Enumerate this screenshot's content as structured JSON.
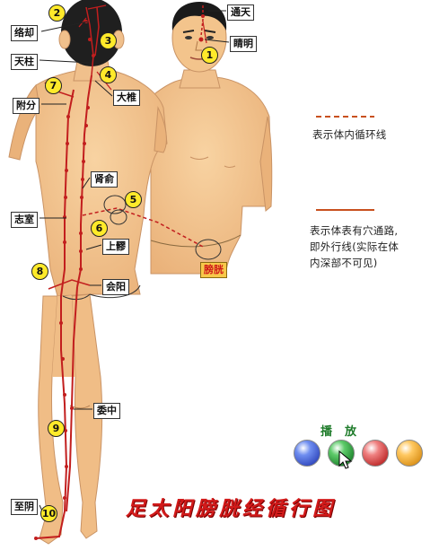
{
  "labels": {
    "tongtian": "通天",
    "jingming": "睛明",
    "luoque": "络却",
    "tianzhu": "天柱",
    "dazhui": "大椎",
    "fufen": "附分",
    "shenshu": "肾俞",
    "zhishi": "志室",
    "shangliao": "上髎",
    "huiyang": "会阳",
    "pangguang": "膀胱",
    "weizhong": "委中",
    "zhiyin": "至阴"
  },
  "markers": [
    "1",
    "2",
    "3",
    "4",
    "5",
    "6",
    "7",
    "8",
    "9",
    "10"
  ],
  "legend": {
    "internal_line": "表示体内循环线",
    "external_line_1": "表示体表有穴通路,",
    "external_line_2": "即外行线(实际在体",
    "external_line_3": "内深部不可见)"
  },
  "controls": {
    "title": "播放",
    "buttons": [
      "blue-button",
      "green-button",
      "red-button",
      "orange-button"
    ]
  },
  "title": "足太阳膀胱经循行图",
  "colors": {
    "skin": "#f3c48c",
    "meridian": "#c21e1e",
    "label_organ_bg": "#f7c84a"
  }
}
